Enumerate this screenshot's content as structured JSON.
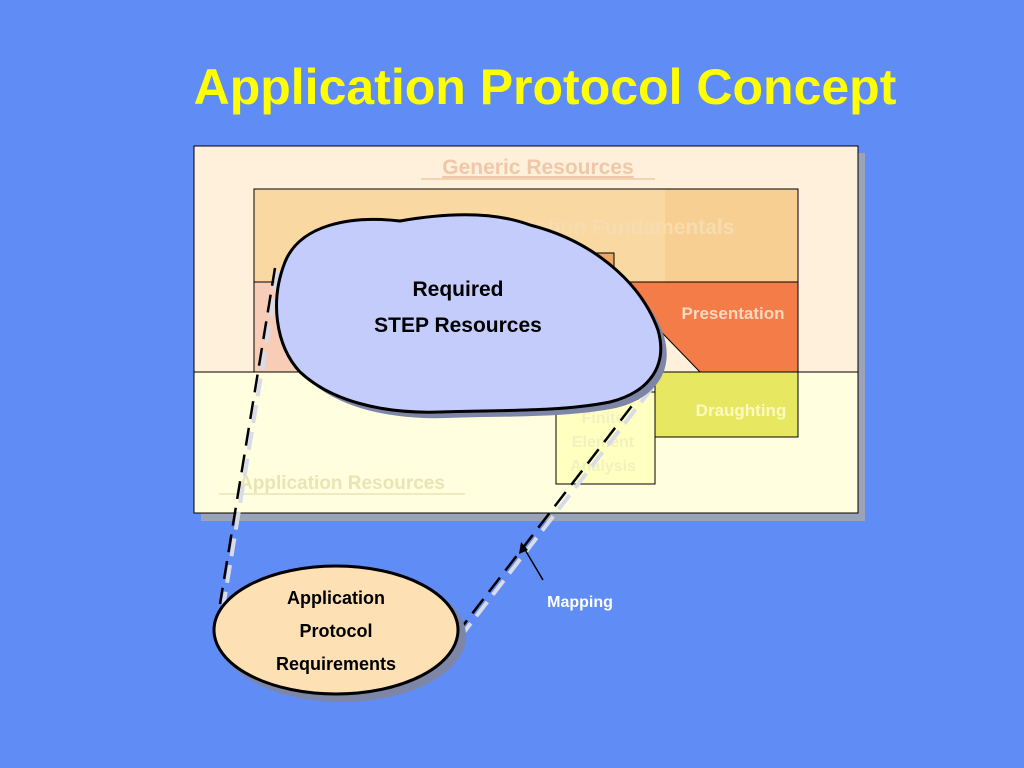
{
  "title": "Application Protocol Concept",
  "labels": {
    "generic_resources": "Generic Resources",
    "product_fundamentals": "Product Description Fundamentals",
    "presentation": "Presentation",
    "draughting": "Draughting",
    "fea_line1": "Finite",
    "fea_line2": "Element",
    "fea_line3": "Analysis",
    "application_resources": "Application Resources",
    "cloud_line1": "Required",
    "cloud_line2": "STEP Resources",
    "aprq_line1": "Application",
    "aprq_line2": "Protocol",
    "aprq_line3": "Requirements",
    "mapping": "Mapping"
  },
  "colors": {
    "background": "#5f8cf5",
    "title": "#ffff00",
    "generic_region": "#fff0dc",
    "application_region": "#ffffe0",
    "fundamentals_box": "#f9d8a2",
    "presentation_box": "#f47c48",
    "draughting_box": "#e7e762",
    "cloud": "#c3ccfa",
    "ellipse": "#fde0b4"
  }
}
